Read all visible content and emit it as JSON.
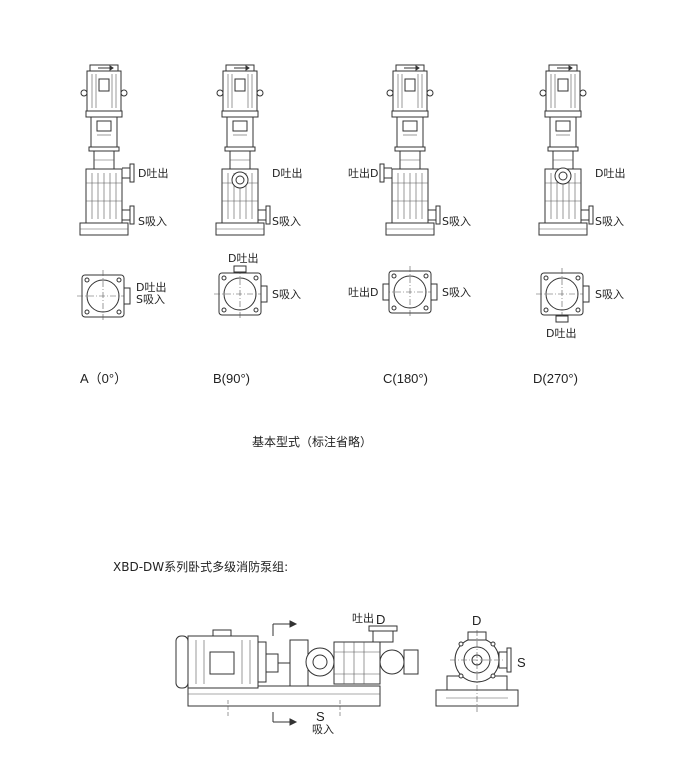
{
  "pumps": [
    {
      "orientation": "A（0°）",
      "elev_discharge": "D吐出",
      "elev_suction": "S吸入",
      "plan_discharge": "D吐出",
      "plan_suction": "S吸入"
    },
    {
      "orientation": "B(90°)",
      "elev_discharge": "D吐出",
      "elev_suction": "S吸入",
      "plan_discharge": "D吐出",
      "plan_suction": "S吸入"
    },
    {
      "orientation": "C(180°)",
      "elev_discharge": "吐出D",
      "elev_suction": "S吸入",
      "plan_discharge": "吐出D",
      "plan_suction": "S吸入"
    },
    {
      "orientation": "D(270°)",
      "elev_discharge": "D吐出",
      "elev_suction": "S吸入",
      "plan_discharge": "D吐出",
      "plan_suction": "S吸入"
    }
  ],
  "basic_caption": "基本型式（标注省略）",
  "series_title": "XBD-DW系列卧式多级消防泵组:",
  "horizontal": {
    "discharge_text": "吐出",
    "discharge_letter": "D",
    "suction_letter": "S",
    "suction_text": "吸入",
    "end_discharge_letter": "D",
    "end_suction_letter": "S"
  }
}
